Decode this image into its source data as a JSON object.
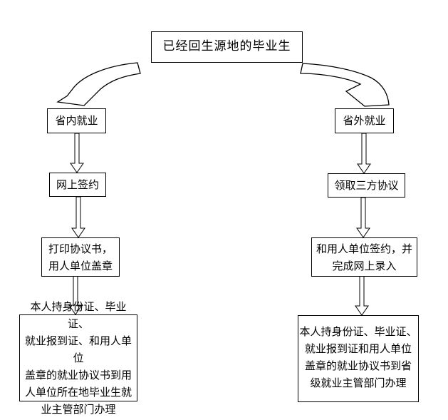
{
  "colors": {
    "stroke": "#000000",
    "background": "#ffffff",
    "text": "#000000"
  },
  "diagram": {
    "type": "flowchart",
    "start_node": "已经回生源地的毕业生",
    "left_branch": {
      "steps": [
        "省内就业",
        "网上签约",
        "打印协议书，\n用人单位盖章",
        "本人持身份证、毕业证、\n就业报到证、和用人单位\n盖章的就业协议书到用\n人单位所在地毕业生就\n业主管部门办理"
      ]
    },
    "right_branch": {
      "steps": [
        "省外就业",
        "领取三方协议",
        "和用人单位签约，并\n完成网上录入",
        "本人持身份证、毕业证、\n就业报到证和用人单位\n盖章的就业协议书到省\n级就业主管部门办理"
      ]
    }
  }
}
